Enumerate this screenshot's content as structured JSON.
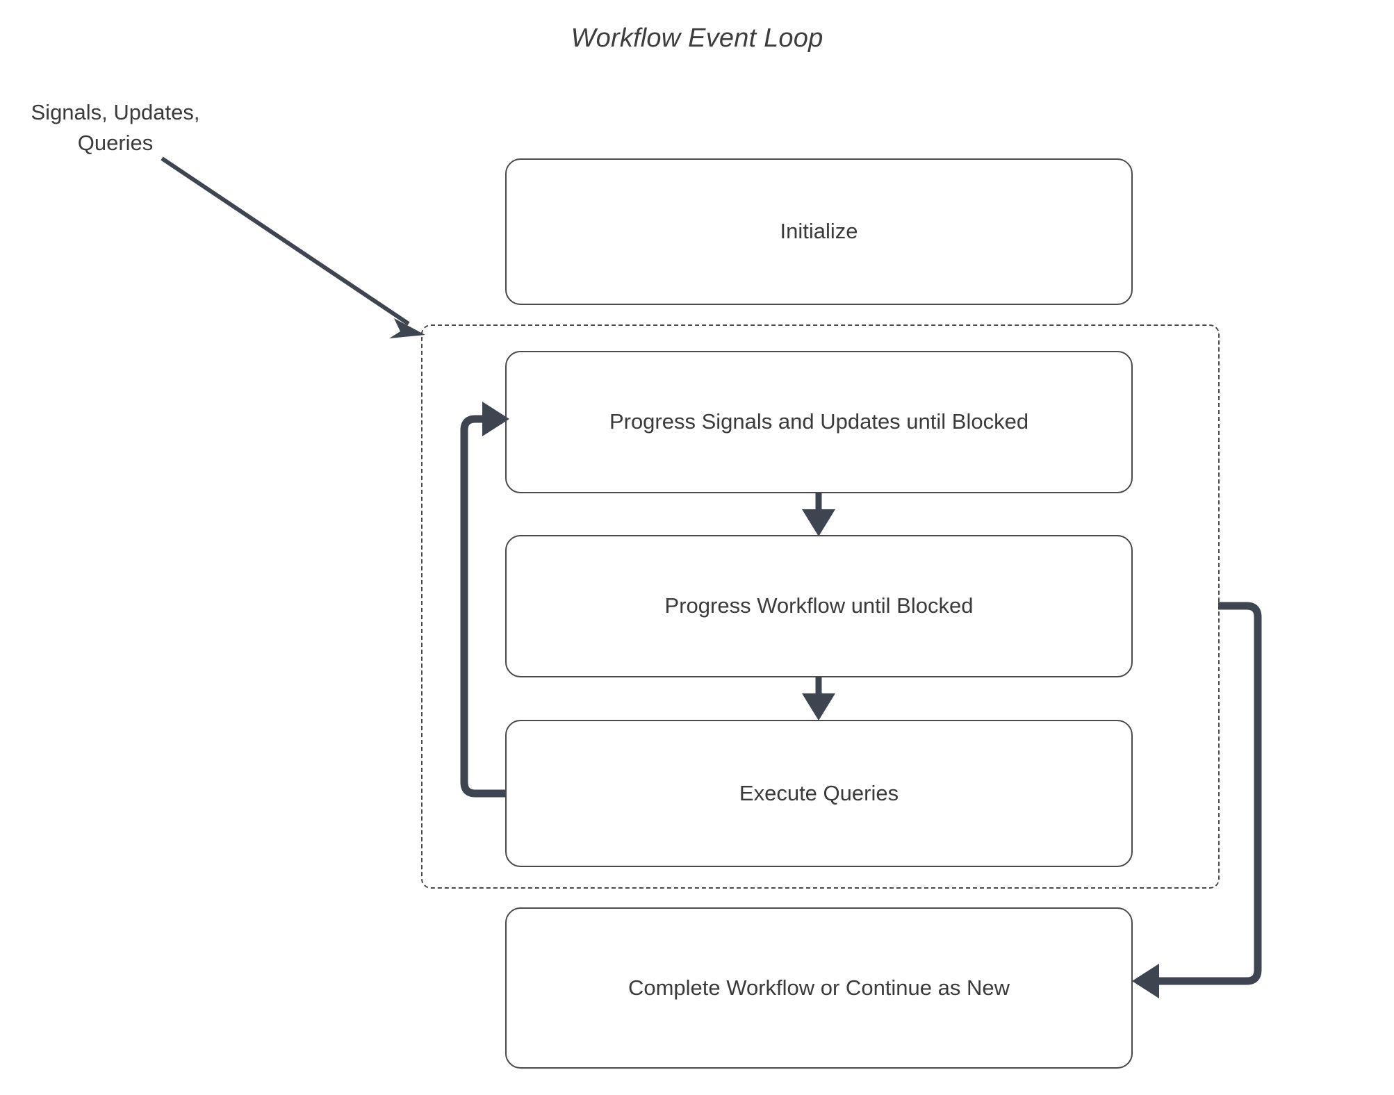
{
  "diagram": {
    "title": "Workflow Event Loop",
    "type": "flowchart",
    "background_color": "#ffffff",
    "node_border_color": "#494949",
    "node_text_color": "#3a3a3a",
    "edge_color": "#3f4550",
    "group_border_color": "#4a4a4a"
  },
  "external_input": {
    "label_line_1": "Signals, Updates,",
    "label_line_2": "Queries",
    "arrow_name": "inbound-signals-arrow"
  },
  "nodes": [
    {
      "id": "initialize",
      "label": "Initialize"
    },
    {
      "id": "progress_signals",
      "label": "Progress Signals and Updates until Blocked"
    },
    {
      "id": "progress_workflow",
      "label": "Progress Workflow until Blocked"
    },
    {
      "id": "execute_queries",
      "label": "Execute Queries"
    },
    {
      "id": "complete",
      "label": "Complete Workflow or Continue as New"
    }
  ],
  "group": {
    "id": "event_loop_group",
    "label": "",
    "style": "dashed"
  },
  "edges": [
    {
      "from": "external_input",
      "to": "event_loop_group",
      "style": "solid-thin-diagonal"
    },
    {
      "from": "progress_signals",
      "to": "progress_workflow",
      "style": "solid-arrow-down"
    },
    {
      "from": "progress_workflow",
      "to": "execute_queries",
      "style": "solid-arrow-down"
    },
    {
      "from": "execute_queries",
      "to": "progress_signals",
      "style": "thick-loop-back-left"
    },
    {
      "from": "event_loop_group",
      "to": "complete",
      "style": "thick-loop-right-down"
    }
  ]
}
